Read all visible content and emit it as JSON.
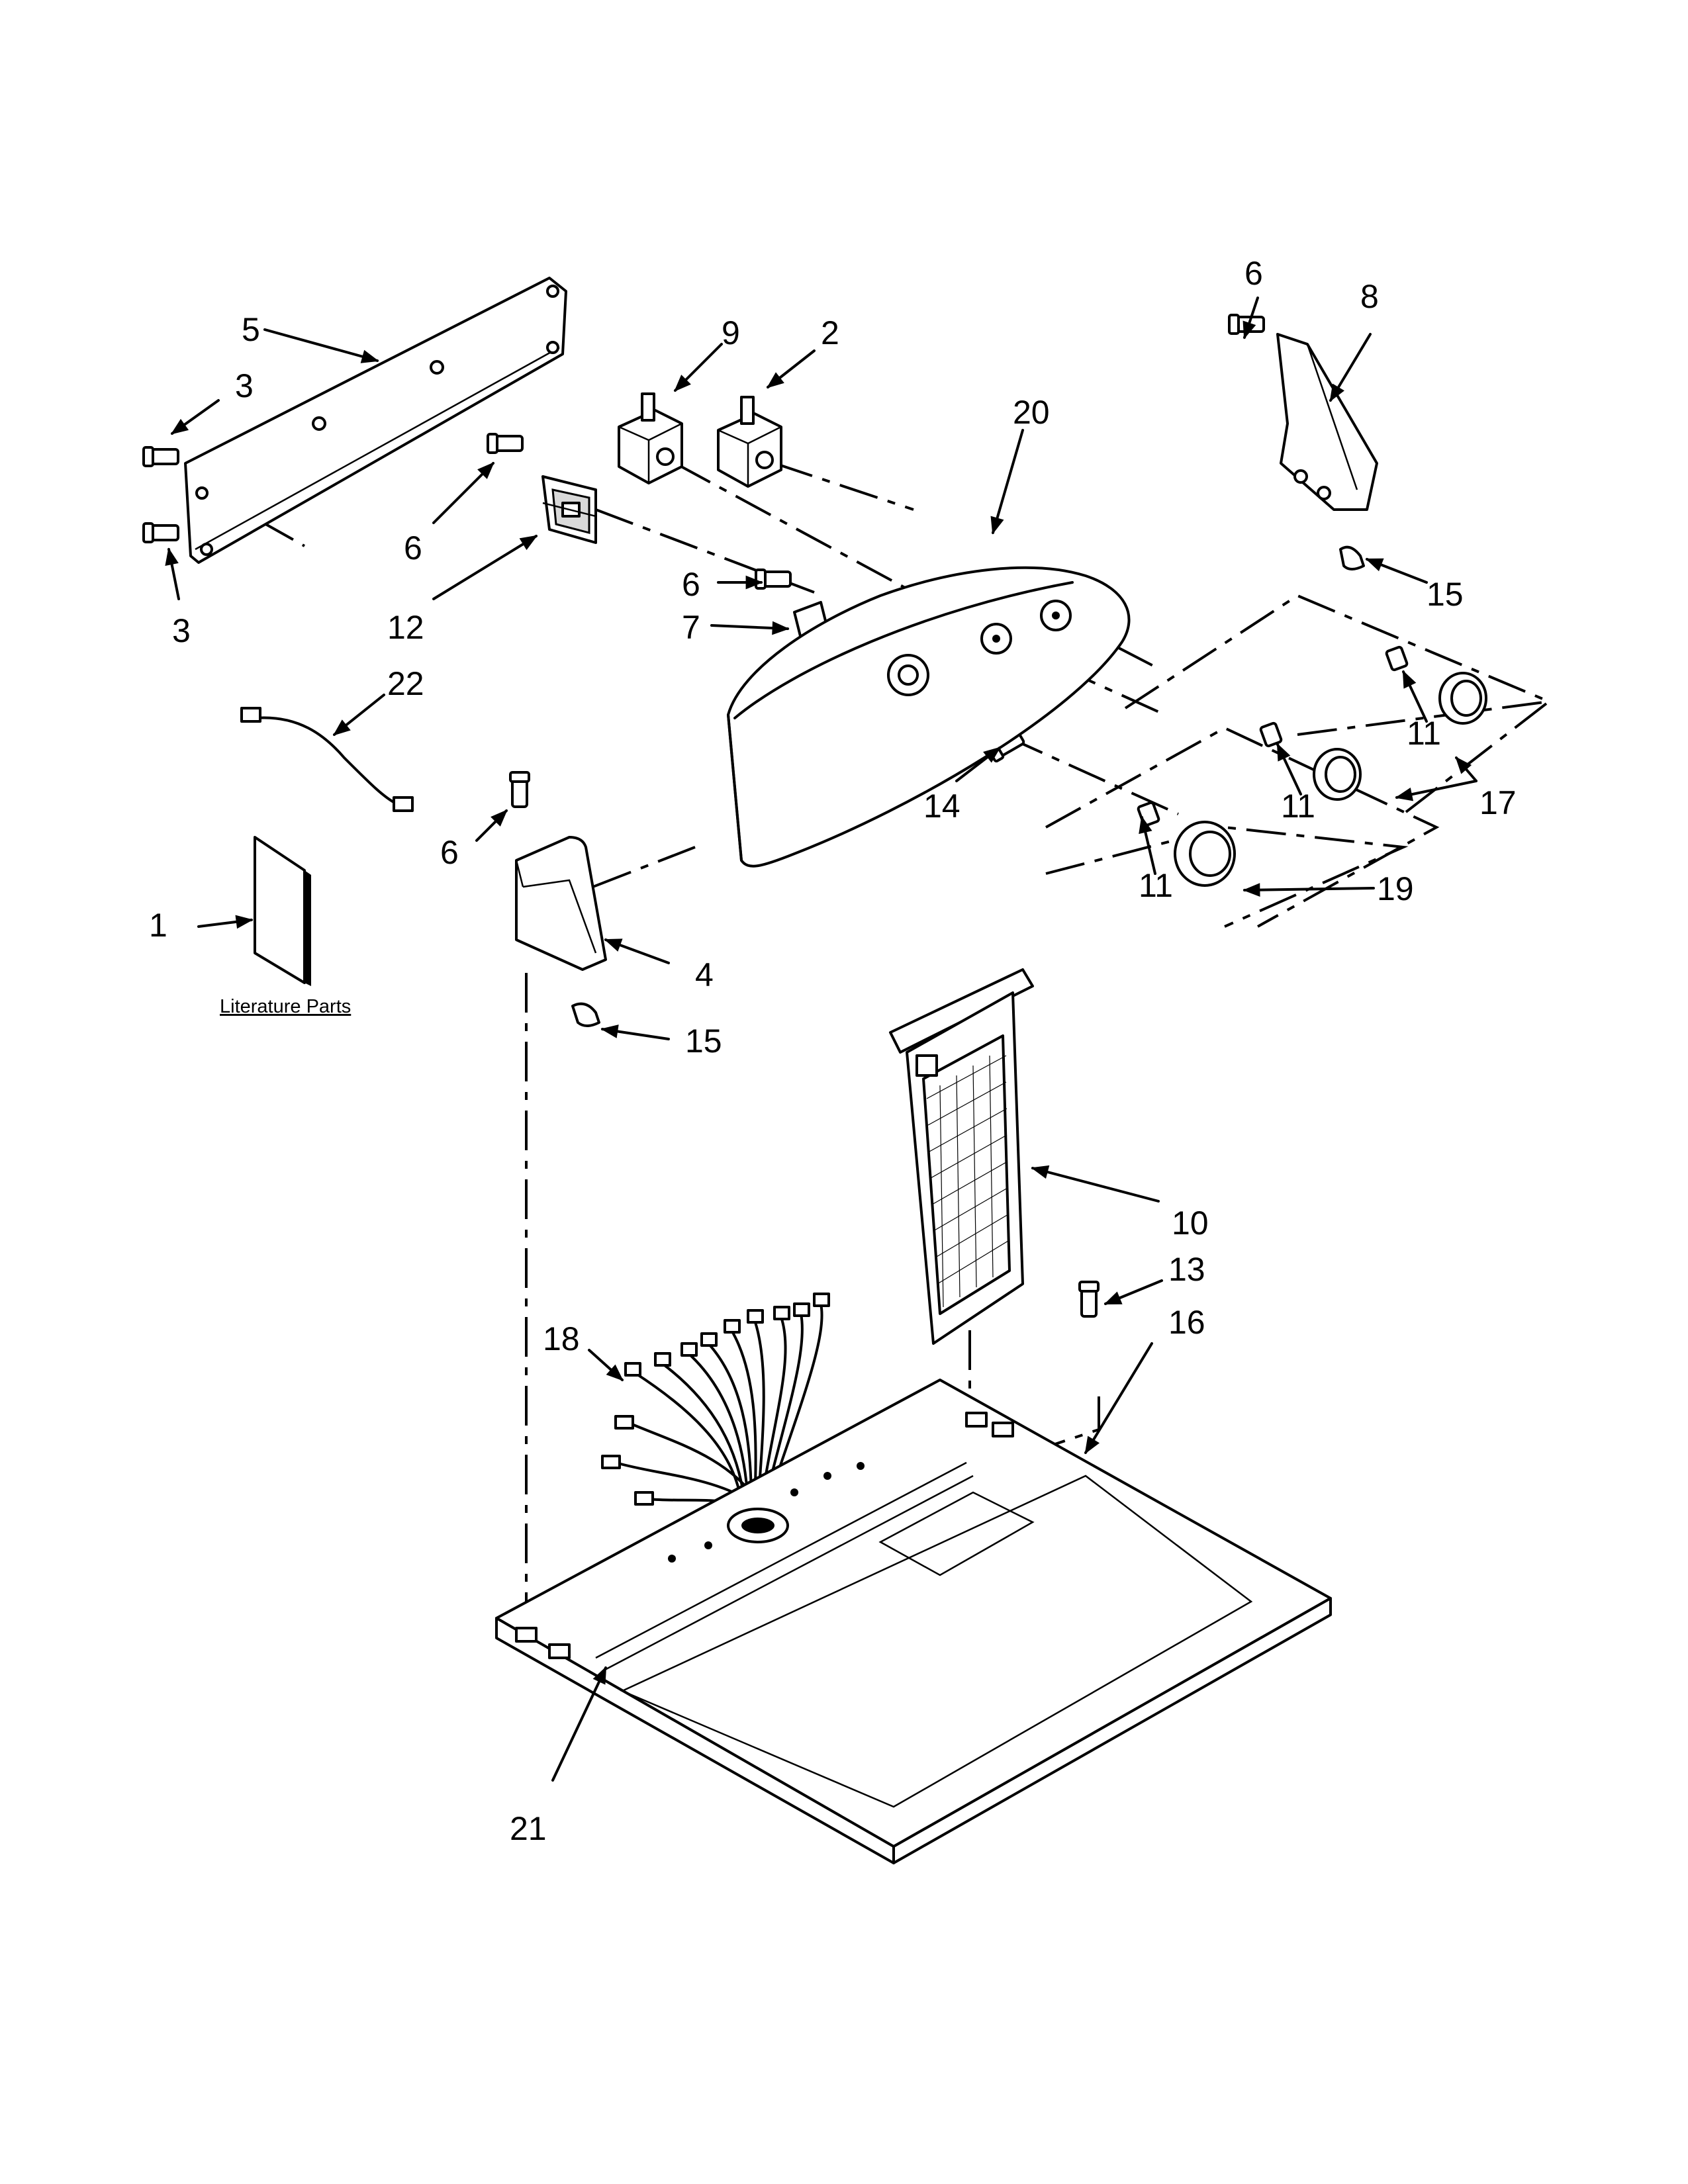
{
  "callouts": {
    "c1": "1",
    "c2": "2",
    "c3a": "3",
    "c3b": "3",
    "c4": "4",
    "c5": "5",
    "c6a": "6",
    "c6b": "6",
    "c6c": "6",
    "c6d": "6",
    "c7": "7",
    "c8": "8",
    "c9": "9",
    "c10": "10",
    "c11a": "11",
    "c11b": "11",
    "c11c": "11",
    "c12": "12",
    "c13": "13",
    "c14": "14",
    "c15a": "15",
    "c15b": "15",
    "c16": "16",
    "c17": "17",
    "c18": "18",
    "c19": "19",
    "c20": "20",
    "c21": "21",
    "c22": "22"
  },
  "literature_label": "Literature Parts"
}
